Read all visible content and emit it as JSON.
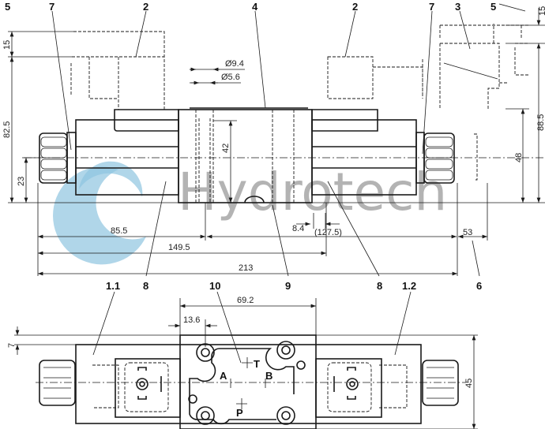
{
  "watermark": {
    "text": "Hydrotech",
    "logo_color": "#8fc4e0"
  },
  "callouts": {
    "top": [
      "5",
      "7",
      "2",
      "4",
      "2",
      "7",
      "3",
      "5"
    ],
    "bottom": [
      "1.1",
      "8",
      "10",
      "9",
      "8",
      "1.2",
      "6"
    ]
  },
  "dimensions": {
    "d15_left": "15",
    "d82_5": "82.5",
    "d23": "23",
    "d42": "42",
    "d9_4": "Ø9.4",
    "d5_6": "Ø5.6",
    "d8_4": "8.4",
    "d85_5": "85.5",
    "d127_5": "(127.5)",
    "d53": "53",
    "d149_5": "149.5",
    "d213": "213",
    "d15_right": "15",
    "d88_5": "88.5",
    "d48": "48",
    "d69_2": "69.2",
    "d13_6": "13.6",
    "d7": "7",
    "d45": "45"
  },
  "ports": {
    "A": "A",
    "B": "B",
    "P": "P",
    "T": "T"
  }
}
